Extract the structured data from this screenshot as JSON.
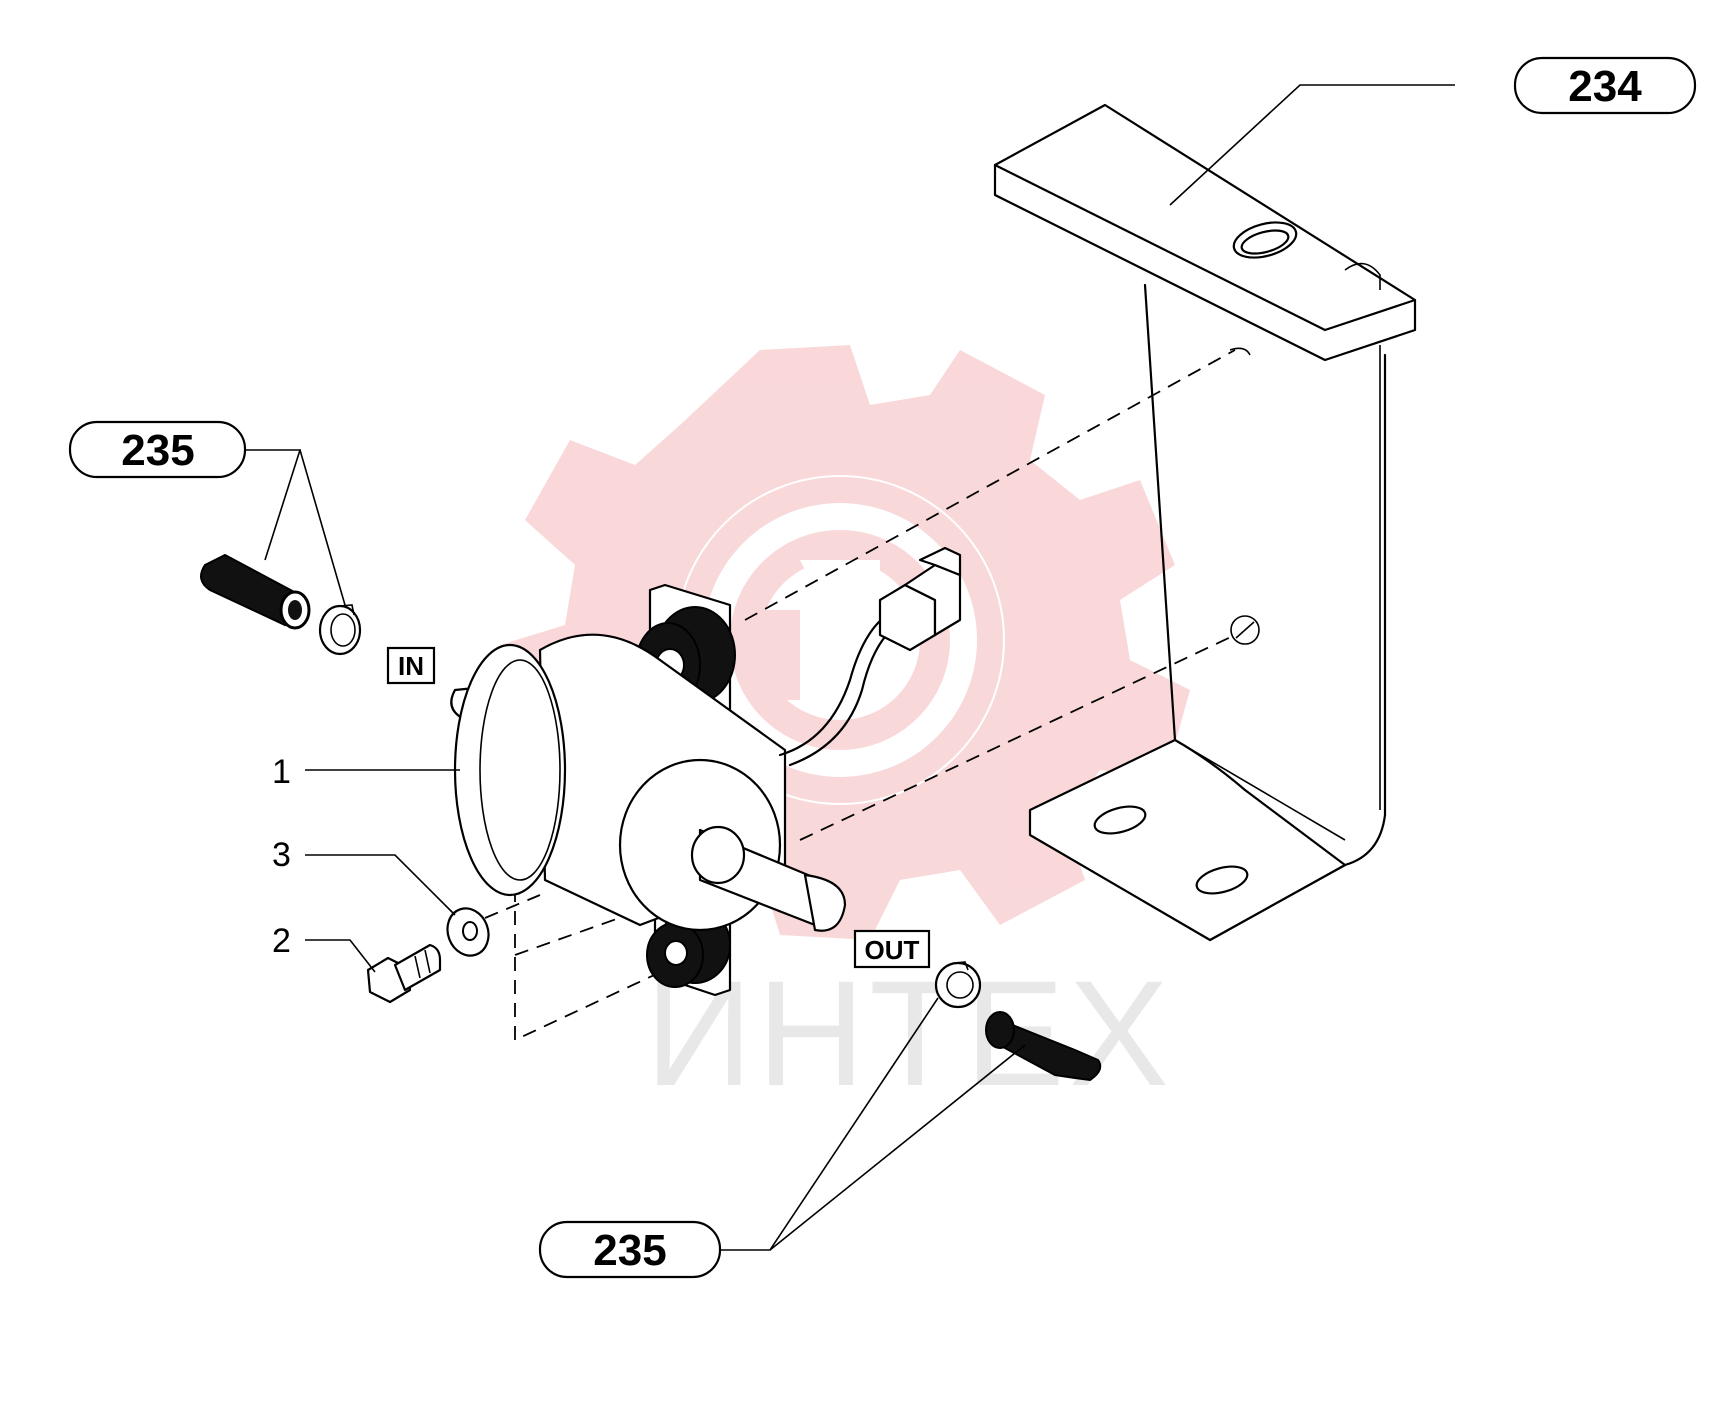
{
  "callouts": {
    "bracket": "234",
    "hose_upper": "235",
    "hose_lower": "235"
  },
  "part_numbers": {
    "pump": "1",
    "bolt": "2",
    "washer": "3"
  },
  "port_labels": {
    "inlet": "IN",
    "outlet": "OUT"
  },
  "watermark": {
    "text": "ИНТЕХ",
    "color": "#f7c9cc"
  }
}
